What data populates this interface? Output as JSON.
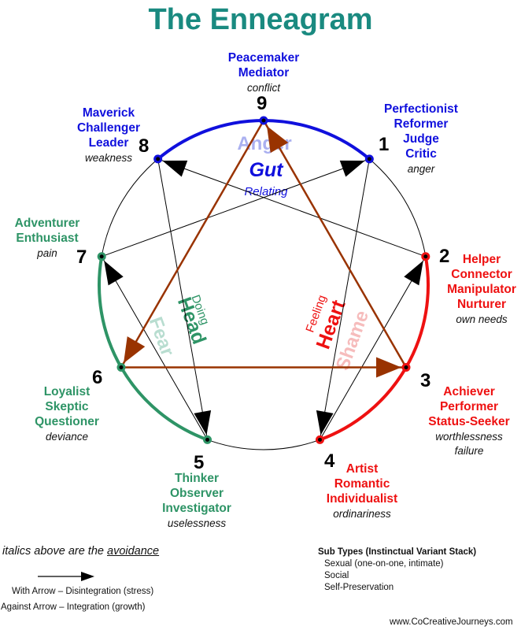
{
  "title": "The Enneagram",
  "colors": {
    "title": "#1a8a80",
    "gut": "#1010dd",
    "heart": "#ee1111",
    "head": "#2e9466",
    "triangle": "#993300",
    "hexad": "#000000"
  },
  "types": [
    {
      "number": "9",
      "names": [
        "Peacemaker",
        "Mediator"
      ],
      "avoidance": "conflict",
      "center": "gut"
    },
    {
      "number": "1",
      "names": [
        "Perfectionist",
        "Reformer",
        "Judge",
        "Critic"
      ],
      "avoidance": "anger",
      "center": "gut"
    },
    {
      "number": "2",
      "names": [
        "Helper",
        "Connector",
        "Manipulator",
        "Nurturer"
      ],
      "avoidance": "own needs",
      "center": "heart"
    },
    {
      "number": "3",
      "names": [
        "Achiever",
        "Performer",
        "Status-Seeker"
      ],
      "avoidance": "worthlessness",
      "avoidance2": "failure",
      "center": "heart"
    },
    {
      "number": "4",
      "names": [
        "Artist",
        "Romantic",
        "Individualist"
      ],
      "avoidance": "ordinariness",
      "center": "heart"
    },
    {
      "number": "5",
      "names": [
        "Thinker",
        "Observer",
        "Investigator"
      ],
      "avoidance": "uselessness",
      "center": "head"
    },
    {
      "number": "6",
      "names": [
        "Loyalist",
        "Skeptic",
        "Questioner"
      ],
      "avoidance": "deviance",
      "center": "head"
    },
    {
      "number": "7",
      "names": [
        "Adventurer",
        "Enthusiast"
      ],
      "avoidance": "pain",
      "center": "head"
    },
    {
      "number": "8",
      "names": [
        "Maverick",
        "Challenger",
        "Leader"
      ],
      "avoidance": "weakness",
      "center": "gut"
    }
  ],
  "centers": {
    "gut": {
      "label": "Gut",
      "emotion": "Anger",
      "mode": "Relating"
    },
    "heart": {
      "label": "Heart",
      "emotion": "Shame",
      "mode": "Feeling"
    },
    "head": {
      "label": "Head",
      "emotion": "Fear",
      "mode": "Doing"
    }
  },
  "arrows": {
    "hexad": [
      [
        "1",
        "4"
      ],
      [
        "4",
        "2"
      ],
      [
        "2",
        "8"
      ],
      [
        "8",
        "5"
      ],
      [
        "5",
        "7"
      ],
      [
        "7",
        "1"
      ]
    ],
    "triangle": [
      [
        "9",
        "6"
      ],
      [
        "6",
        "3"
      ],
      [
        "3",
        "9"
      ]
    ]
  },
  "legend": {
    "note_prefix": "italics above are the ",
    "note_emphasis": "avoidance",
    "with_arrow": "With Arrow – Disintegration (stress)",
    "against_arrow": "Against Arrow – Integration (growth)"
  },
  "subtypes": {
    "title": "Sub Types (Instinctual Variant Stack)",
    "items": [
      "Sexual (one-on-one, intimate)",
      "Social",
      "Self-Preservation"
    ]
  },
  "website": "www.CoCreativeJourneys.com"
}
